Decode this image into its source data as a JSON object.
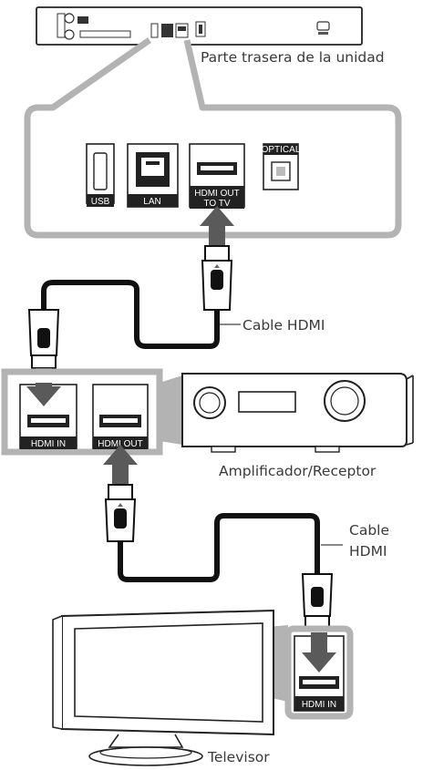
{
  "labels": {
    "unit_rear": "Parte trasera de la unidad",
    "cable_top": "Cable HDMI",
    "amplifier": "Amplificador/Receptor",
    "cable_bottom_line1": "Cable",
    "cable_bottom_line2": "HDMI",
    "tv": "Televisor"
  },
  "ports": {
    "usb": "USB",
    "lan": "LAN",
    "hdmi_out_line1": "HDMI OUT",
    "hdmi_out_line2": "TO TV",
    "optical": "OPTICAL",
    "amp_hdmi_in": "HDMI IN",
    "amp_hdmi_out": "HDMI OUT",
    "tv_hdmi_in": "HDMI IN"
  },
  "colors": {
    "callout_gray": "#b3b3b3",
    "cable": "#111111",
    "arrow": "#5a5a5a"
  }
}
